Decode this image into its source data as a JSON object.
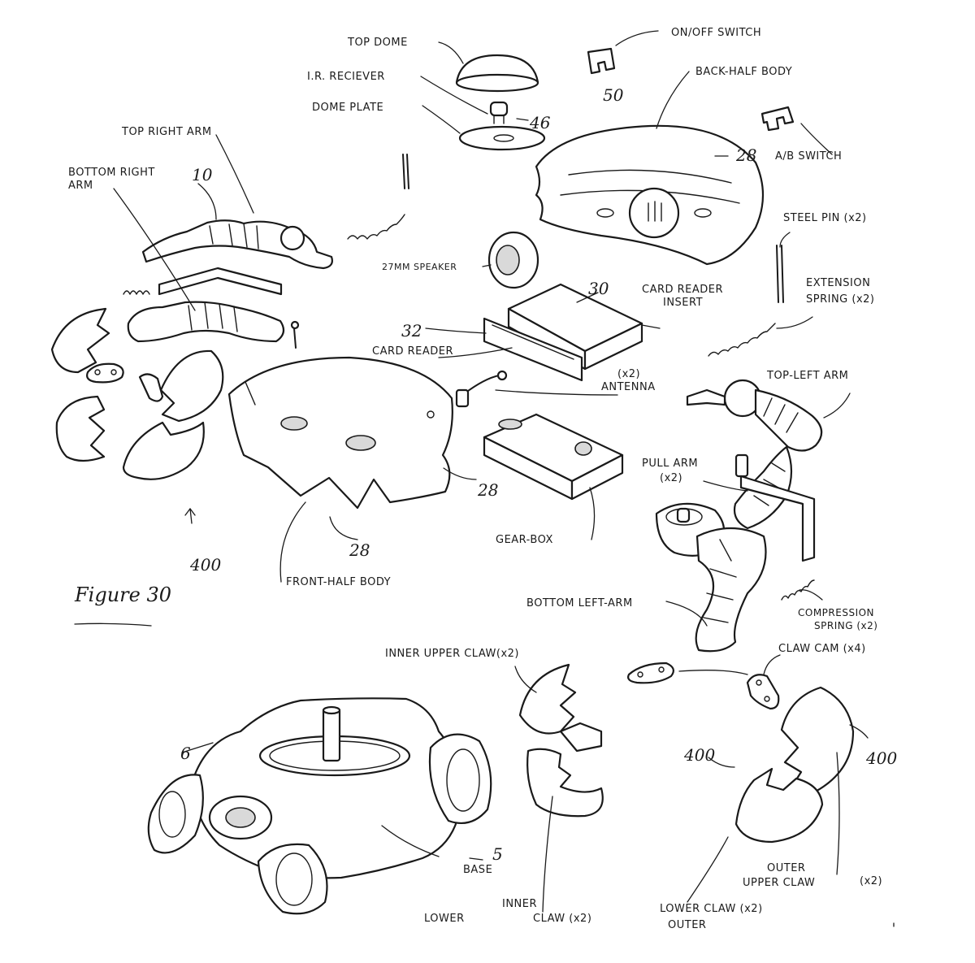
{
  "figure": {
    "title": "Figure 30"
  },
  "labels": {
    "top_dome": "TOP DOME",
    "ir_receiver": "I.R. RECIEVER",
    "dome_plate": "DOME PLATE",
    "on_off_switch": "ON/OFF SWITCH",
    "back_half_body": "BACK-HALF BODY",
    "ab_switch": "A/B SWITCH",
    "top_right_arm": "TOP RIGHT ARM",
    "bottom_right_arm_1": "BOTTOM RIGHT",
    "bottom_right_arm_2": "ARM",
    "speaker": "27MM SPEAKER",
    "card_reader_insert_1": "CARD READER",
    "card_reader_insert_2": "INSERT",
    "card_reader": "CARD READER",
    "steel_pin": "STEEL PIN (x2)",
    "extension_spring_1": "EXTENSION",
    "extension_spring_2": "SPRING (x2)",
    "antenna_1": "(x2)",
    "antenna_2": "ANTENNA",
    "top_left_arm": "TOP-LEFT ARM",
    "pull_arm_1": "PULL ARM",
    "pull_arm_2": "(x2)",
    "gear_box": "GEAR-BOX",
    "front_half_body": "FRONT-HALF BODY",
    "bottom_left_arm": "BOTTOM LEFT-ARM",
    "compression_spring_1": "COMPRESSION",
    "compression_spring_2": "SPRING (x2)",
    "inner_upper_claw": "INNER UPPER CLAW(x2)",
    "claw_cam": "CLAW CAM (x4)",
    "base": "BASE",
    "outer_upper_claw_1": "OUTER",
    "outer_upper_claw_2": "UPPER CLAW",
    "outer_upper_claw_3": "(x2)",
    "lower_inner_1": "LOWER",
    "lower_inner_2": "INNER",
    "lower_inner_3": "CLAW (x2)",
    "lower_outer_1": "LOWER CLAW (x2)",
    "lower_outer_2": "OUTER"
  },
  "numerals": {
    "n46": "46",
    "n50": "50",
    "n28_back": "28",
    "n10": "10",
    "n30": "30",
    "n32": "32",
    "n28_front_a": "28",
    "n28_front_b": "28",
    "n400_left": "400",
    "n6": "6",
    "n5": "5",
    "n400_claw_a": "400",
    "n400_claw_b": "400"
  }
}
